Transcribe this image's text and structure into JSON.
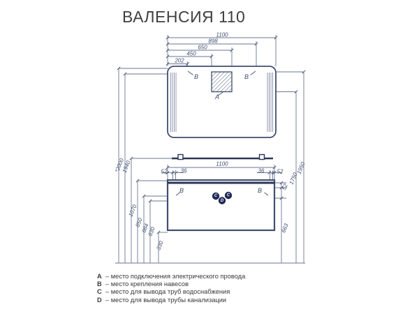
{
  "title": "ВАЛЕНСИЯ 110",
  "top_dims": {
    "d1100": "1100",
    "d898": "898",
    "d650": "650",
    "d450": "450",
    "d202": "202"
  },
  "cabinet_dims": {
    "width": "1100",
    "left52": "52",
    "left36": "36",
    "right36": "36",
    "right52": "52"
  },
  "left_heights": {
    "h2000": "*2000",
    "h1940": "1940",
    "h1070": "1070",
    "h850": "850",
    "h684": "684",
    "h630": "630",
    "h330": "330"
  },
  "right_heights": {
    "h1950": "1950",
    "h1750": "1750",
    "h52": "52",
    "h663": "663"
  },
  "point_labels": {
    "a": "A",
    "b": "B",
    "c": "C",
    "d": "D"
  },
  "legend": {
    "items": [
      {
        "key": "A",
        "text": "– место подключения электрического провода"
      },
      {
        "key": "B",
        "text": "– место крепления навесов"
      },
      {
        "key": "C",
        "text": "– место для вывода труб водоснабжения"
      },
      {
        "key": "D",
        "text": "– место для вывода трубы канализации"
      }
    ]
  },
  "colors": {
    "thin_line": "#6b7694",
    "outline": "#414e70",
    "dark_element": "#2b3557",
    "pipe_circle": "#1f2a55",
    "dim_text": "#3d4c6e",
    "title_text": "#3f3f3f"
  }
}
